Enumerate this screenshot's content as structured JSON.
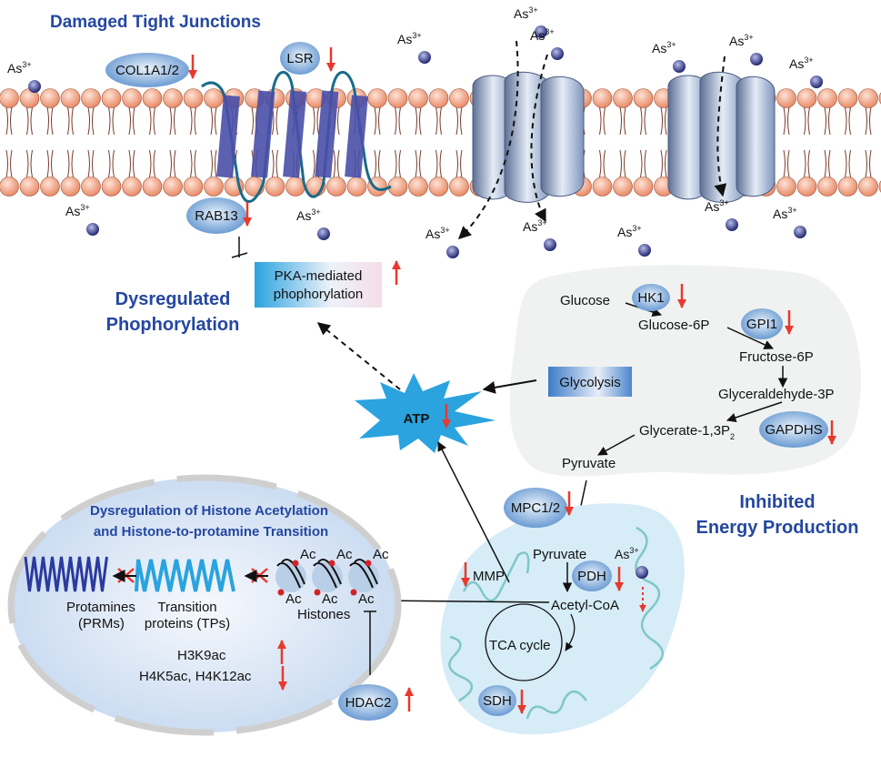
{
  "titles": {
    "tight_junctions": "Damaged Tight Junctions",
    "phosphorylation_line1": "Dysregulated",
    "phosphorylation_line2": "Phophorylation",
    "energy_line1": "Inhibited",
    "energy_line2": "Energy Production",
    "histone_line1": "Dysregulation of Histone Acetylation",
    "histone_line2": "and Histone-to-protamine Transition"
  },
  "ion": {
    "symbol": "As",
    "charge": "3+"
  },
  "proteins": {
    "col1a1": "COL1A1/2",
    "lsr": "LSR",
    "rab13": "RAB13",
    "hk1": "HK1",
    "gpi1": "GPI1",
    "gapdhs": "GAPDHS",
    "mpc": "MPC1/2",
    "pdh": "PDH",
    "sdh": "SDH",
    "hdac2": "HDAC2"
  },
  "pka": {
    "line1": "PKA-mediated",
    "line2": "phophorylation"
  },
  "atp": "ATP",
  "glycolysis": "Glycolysis",
  "metabolites": {
    "glucose": "Glucose",
    "glucose6p": "Glucose-6P",
    "fructose6p": "Fructose-6P",
    "glyceraldehyde3p": "Glyceraldehyde-3P",
    "glycerate": "Glycerate-1,3P",
    "glycerate_sub": "2",
    "pyruvate": "Pyruvate",
    "pyruvate_mito": "Pyruvate",
    "acetylcoa": "Acetyl-CoA",
    "tca": "TCA cycle",
    "mmp": "MMP"
  },
  "nucleus": {
    "protamines_line1": "Protamines",
    "protamines_line2": "(PRMs)",
    "tps_line1": "Transition",
    "tps_line2": "proteins (TPs)",
    "histones": "Histones",
    "ac": "Ac",
    "h3k9ac": "H3K9ac",
    "h4": "H4K5ac, H4K12ac"
  },
  "colors": {
    "title_blue": "#2447a0",
    "down_red": "#e8392e",
    "membrane_head": "#f0a080",
    "tj_purple": "#4a4fa8",
    "atp_blue": "#2aa3df",
    "mito_fill": "#d6ecf7",
    "nucleus_fill": "#dde8f6",
    "cytoplasm_gray": "#eef1f0"
  }
}
